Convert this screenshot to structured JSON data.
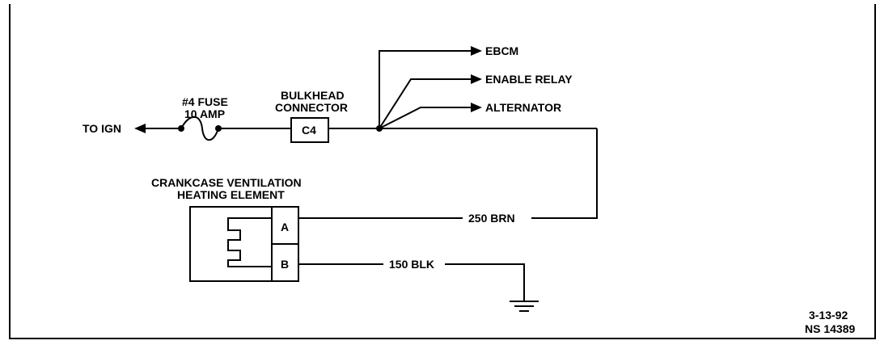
{
  "diagram": {
    "fuse": {
      "line1": "#4 FUSE",
      "line2": "10 AMP"
    },
    "to_ign": "TO IGN",
    "bulkhead": {
      "line1": "BULKHEAD",
      "line2": "CONNECTOR",
      "pin": "C4"
    },
    "branches": [
      "EBCM",
      "ENABLE RELAY",
      "ALTERNATOR"
    ],
    "element": {
      "line1": "CRANKCASE VENTILATION",
      "line2": "HEATING ELEMENT",
      "pin_a": "A",
      "pin_b": "B"
    },
    "wires": {
      "brn": "250 BRN",
      "blk": "150 BLK"
    },
    "footer": {
      "date": "3-13-92",
      "ref": "NS 14389"
    }
  }
}
